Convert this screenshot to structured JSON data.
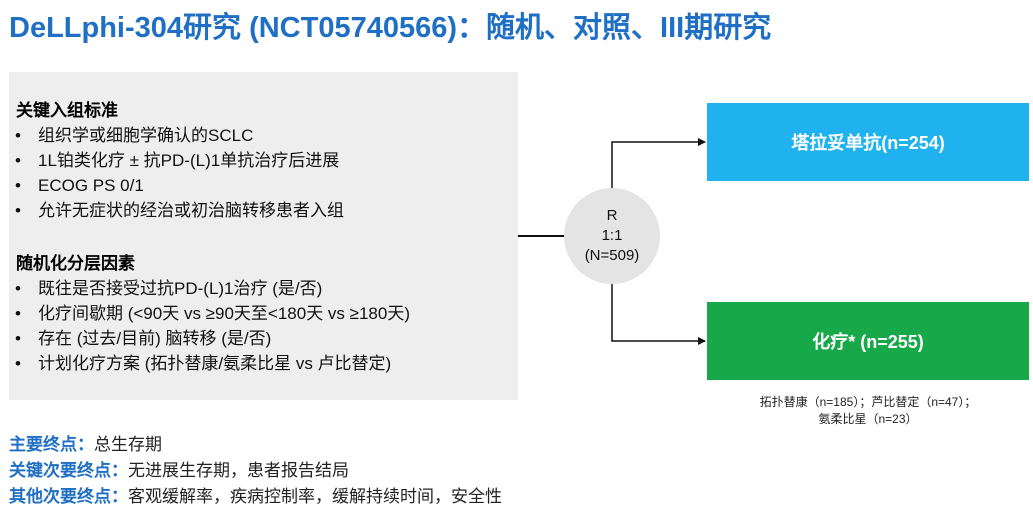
{
  "title": "DeLLphi-304研究 (NCT05740566)：随机、对照、III期研究",
  "criteria": {
    "inclusion_title": "关键入组标准",
    "inclusion_items": [
      "组织学或细胞学确认的SCLC",
      "1L铂类化疗 ± 抗PD-(L)1单抗治疗后进展",
      "ECOG PS 0/1",
      "允许无症状的经治或初治脑转移患者入组"
    ],
    "strat_title": "随机化分层因素",
    "strat_items": [
      "既往是否接受过抗PD-(L)1治疗 (是/否)",
      "化疗间歇期 (<90天 vs ≥90天至<180天 vs ≥180天)",
      "存在 (过去/目前) 脑转移 (是/否)",
      "计划化疗方案 (拓扑替康/氨柔比星 vs 卢比替定)"
    ],
    "bullet": "•"
  },
  "randomization": {
    "line1": "R",
    "line2": "1:1",
    "line3": "(N=509)"
  },
  "arms": {
    "arm1": "塔拉妥单抗(n=254)",
    "arm2": "化疗* (n=255)",
    "chemo_note_line1": "拓扑替康（n=185）；芦比替定（n=47）；",
    "chemo_note_line2": "氨柔比星（n=23）"
  },
  "endpoints": [
    {
      "label": "主要终点：",
      "value": "总生存期"
    },
    {
      "label": "关键次要终点：",
      "value": "无进展生存期，患者报告结局"
    },
    {
      "label": "其他次要终点：",
      "value": "客观缓解率，疾病控制率，缓解持续时间，安全性"
    }
  ],
  "colors": {
    "title": "#1f6fc4",
    "arm1": "#1fb2ee",
    "arm2": "#17a84a",
    "box": "#eeeeee",
    "circle": "#e4e4e4"
  }
}
